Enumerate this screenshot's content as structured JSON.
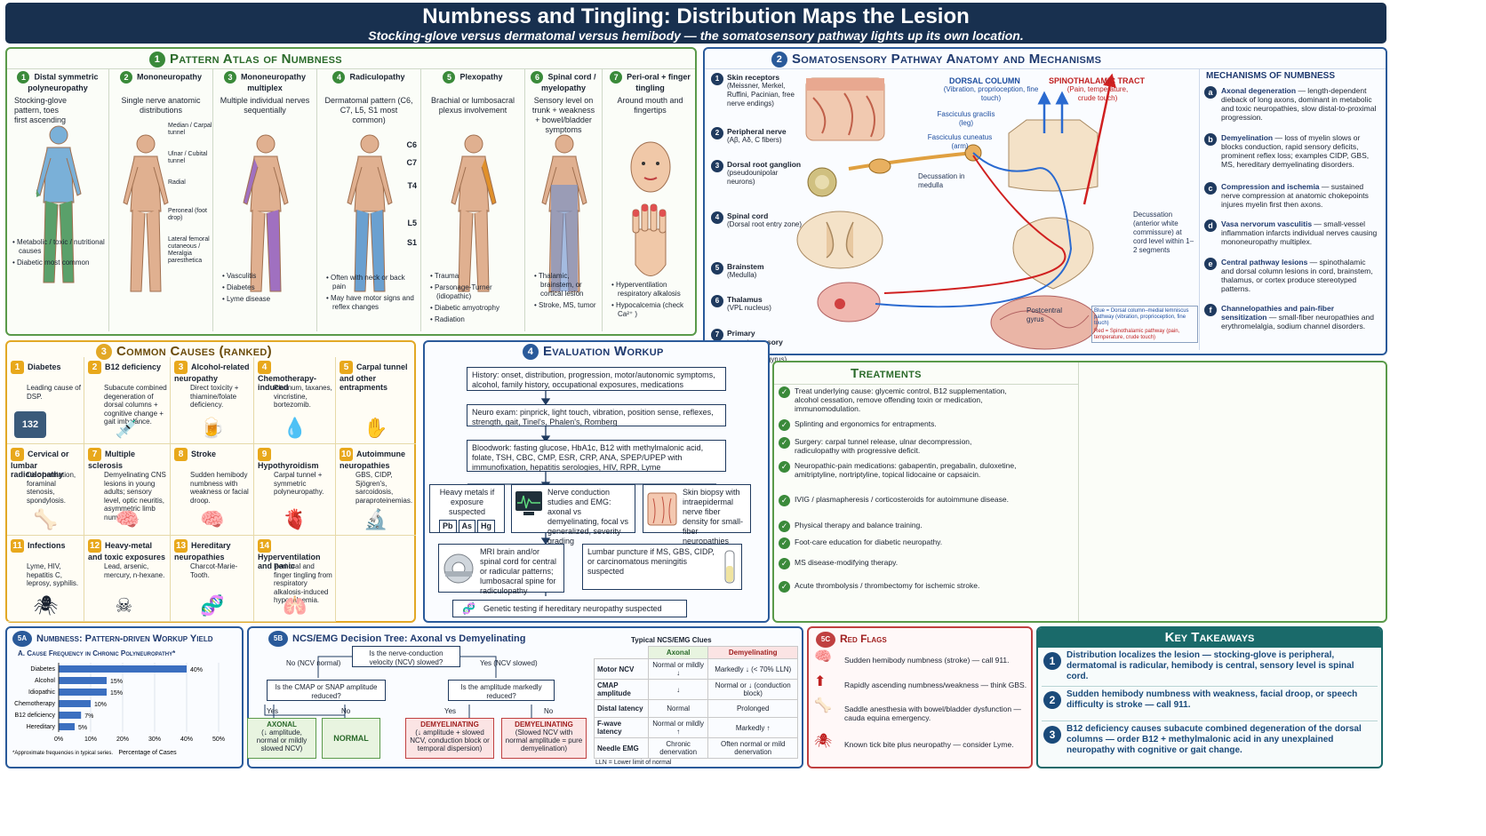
{
  "header": {
    "title": "Numbness and Tingling: Distribution Maps the Lesion",
    "subtitle": "Stocking-glove versus dermatomal versus hemibody — the somatosensory pathway lights up its own location."
  },
  "atlas": {
    "num": "1",
    "title": "Pattern Atlas of Numbness",
    "cols": [
      {
        "num": "1",
        "name": "Distal symmetric polyneuropathy",
        "desc": "Stocking-glove pattern, toes first ascending",
        "bullets": [
          "Metabolic / toxic / nutritional causes",
          "Diabetic most common"
        ]
      },
      {
        "num": "2",
        "name": "Mononeuropathy",
        "desc": "Single nerve anatomic distributions",
        "labels": [
          "Median / Carpal tunnel",
          "Ulnar / Cubital tunnel",
          "Radial",
          "Peroneal (foot drop)",
          "Lateral femoral cutaneous / Meralgia paresthetica"
        ]
      },
      {
        "num": "3",
        "name": "Mononeuropathy multiplex",
        "desc": "Multiple individual nerves sequentially",
        "bullets": [
          "Vasculitis",
          "Diabetes",
          "Lyme disease"
        ]
      },
      {
        "num": "4",
        "name": "Radiculopathy",
        "desc": "Dermatomal pattern (C6, C7, L5, S1 most common)",
        "levels": [
          "C6",
          "C7",
          "T4",
          "L5",
          "S1"
        ],
        "bullets": [
          "Often with neck or back pain",
          "May have motor signs and reflex changes"
        ]
      },
      {
        "num": "5",
        "name": "Plexopathy",
        "desc": "Brachial or lumbosacral plexus involvement",
        "bullets": [
          "Trauma",
          "Parsonage-Turner (idiopathic)",
          "Diabetic amyotrophy",
          "Radiation"
        ]
      },
      {
        "num": "6",
        "name": "Spinal cord / myelopathy",
        "desc": "Sensory level on trunk + weakness + bowel/bladder symptoms",
        "bullets": [
          "Thalamic, brainstem, or cortical lesion",
          "Stroke, MS, tumor"
        ]
      },
      {
        "num": "7",
        "name": "Peri-oral + finger tingling",
        "desc": "Around mouth and fingertips",
        "bullets": [
          "Hyperventilation respiratory alkalosis",
          "Hypocalcemia (check Ca²⁺ )"
        ]
      }
    ]
  },
  "anatomy": {
    "num": "2",
    "title": "Somatosensory Pathway Anatomy and Mechanisms",
    "steps": [
      {
        "num": "1",
        "name": "Skin receptors",
        "desc": "(Meissner, Merkel, Ruffini, Pacinian, free nerve endings)"
      },
      {
        "num": "2",
        "name": "Peripheral nerve",
        "desc": "(Aβ, Aδ, C fibers)"
      },
      {
        "num": "3",
        "name": "Dorsal root ganglion",
        "desc": "(pseudounipolar neurons)"
      },
      {
        "num": "4",
        "name": "Spinal cord",
        "desc": "(Dorsal root entry zone)"
      },
      {
        "num": "5",
        "name": "Brainstem",
        "desc": "(Medulla)"
      },
      {
        "num": "6",
        "name": "Thalamus",
        "desc": "(VPL nucleus)"
      },
      {
        "num": "7",
        "name": "Primary somatosensory cortex",
        "desc": "(Postcentral gyrus)"
      }
    ],
    "dorsal_column": "DORSAL COLUMN",
    "dorsal_column_desc": "(Vibration, proprioception, fine touch)",
    "spinothalamic": "SPINOTHALAMIC TRACT",
    "spinothalamic_desc": "(Pain, temperature, crude touch)",
    "fasc_gracilis": "Fasciculus gracilis (leg)",
    "fasc_cuneatus": "Fasciculus cuneatus (arm)",
    "decussation_medulla": "Decussation in medulla",
    "decussation_cord": "Decussation (anterior white commissure) at cord level within 1–2 segments",
    "postcentral": "Postcentral gyrus",
    "legend_blue": "Blue = Dorsal column–medial lemniscus pathway (vibration, proprioception, fine touch)",
    "legend_red": "Red = Spinothalamic pathway (pain, temperature, crude touch)",
    "mech_title": "MECHANISMS OF NUMBNESS",
    "mechanisms": [
      {
        "letter": "a",
        "name": "Axonal degeneration",
        "desc": " — length-dependent dieback of long axons, dominant in metabolic and toxic neuropathies, slow distal-to-proximal progression."
      },
      {
        "letter": "b",
        "name": "Demyelination",
        "desc": " — loss of myelin slows or blocks conduction, rapid sensory deficits, prominent reflex loss; examples CIDP, GBS, MS, hereditary demyelinating disorders."
      },
      {
        "letter": "c",
        "name": "Compression and ischemia",
        "desc": " — sustained nerve compression at anatomic chokepoints injures myelin first then axons."
      },
      {
        "letter": "d",
        "name": "Vasa nervorum vasculitis",
        "desc": " — small-vessel inflammation infarcts individual nerves causing mononeuropathy multiplex."
      },
      {
        "letter": "e",
        "name": "Central pathway lesions",
        "desc": " — spinothalamic and dorsal column lesions in cord, brainstem, thalamus, or cortex produce stereotyped patterns."
      },
      {
        "letter": "f",
        "name": "Channelopathies and pain-fiber sensitization",
        "desc": " — small-fiber neuropathies and erythromelalgia, sodium channel disorders."
      }
    ]
  },
  "causes": {
    "num": "3",
    "title": "Common Causes (ranked)",
    "items": [
      {
        "num": "1",
        "name": "Diabetes",
        "desc": "Leading cause of DSP."
      },
      {
        "num": "2",
        "name": "B12 deficiency",
        "desc": "Subacute combined degeneration of dorsal columns + cognitive change + gait imbalance."
      },
      {
        "num": "3",
        "name": "Alcohol-related neuropathy",
        "desc": "Direct toxicity + thiamine/folate deficiency."
      },
      {
        "num": "4",
        "name": "Chemotherapy-induced",
        "desc": "Platinum, taxanes, vincristine, bortezomib."
      },
      {
        "num": "5",
        "name": "Carpal tunnel and other entrapments",
        "desc": ""
      },
      {
        "num": "6",
        "name": "Cervical or lumbar radiculopathy",
        "desc": "Disc herniation, foraminal stenosis, spondylosis."
      },
      {
        "num": "7",
        "name": "Multiple sclerosis",
        "desc": "Demyelinating CNS lesions in young adults; sensory level, optic neuritis, asymmetric limb numbness."
      },
      {
        "num": "8",
        "name": "Stroke",
        "desc": "Sudden hemibody numbness with weakness or facial droop."
      },
      {
        "num": "9",
        "name": "Hypothyroidism",
        "desc": "Carpal tunnel + symmetric polyneuropathy."
      },
      {
        "num": "10",
        "name": "Autoimmune neuropathies",
        "desc": "GBS, CIDP, Sjögren's, sarcoidosis, paraproteinemias."
      },
      {
        "num": "11",
        "name": "Infections",
        "desc": "Lyme, HIV, hepatitis C, leprosy, syphilis."
      },
      {
        "num": "12",
        "name": "Heavy-metal and toxic exposures",
        "desc": "Lead, arsenic, mercury, n-hexane."
      },
      {
        "num": "13",
        "name": "Hereditary neuropathies",
        "desc": "Charcot-Marie-Tooth."
      },
      {
        "num": "14",
        "name": "Hyperventilation and panic",
        "desc": "Peri-oral and finger tingling from respiratory alkalosis-induced hypocalcemia."
      }
    ],
    "glucose": "132"
  },
  "workup": {
    "num": "4",
    "title": "Evaluation Workup",
    "history": "History: onset, distribution, progression, motor/autonomic symptoms, alcohol, family history, occupational exposures, medications",
    "neuro": "Neuro exam: pinprick, light touch, vibration, position sense, reflexes, strength, gait, Tinel's, Phalen's, Romberg",
    "blood": "Bloodwork: fasting glucose, HbA1c, B12 with methylmalonic acid, folate, TSH, CBC, CMP, ESR, CRP, ANA, SPEP/UPEP with immunofixation, hepatitis serologies, HIV, RPR, Lyme",
    "metals": "Heavy metals if exposure suspected",
    "metal_symbols": [
      "Pb",
      "As",
      "Hg"
    ],
    "ncs": "Nerve conduction studies and EMG: axonal vs demyelinating, focal vs generalized, severity grading",
    "skin": "Skin biopsy with intraepidermal nerve fiber density for small-fiber neuropathies",
    "mri": "MRI brain and/or spinal cord for central or radicular patterns; lumbosacral spine for radiculopathy",
    "lp": "Lumbar puncture if MS, GBS, CIDP, or carcinomatous meningitis suspected",
    "genetic": "Genetic testing if hereditary neuropathy suspected"
  },
  "treatments": {
    "title": "Treatments",
    "items": [
      "Treat underlying cause: glycemic control, B12 supplementation, alcohol cessation, remove offending toxin or medication, immunomodulation.",
      "Splinting and ergonomics for entrapments.",
      "Surgery: carpal tunnel release, ulnar decompression, radiculopathy with progressive deficit.",
      "Neuropathic-pain medications: gabapentin, pregabalin, duloxetine, amitriptyline, nortriptyline, topical lidocaine or capsaicin.",
      "IVIG / plasmapheresis / corticosteroids for autoimmune disease.",
      "Physical therapy and balance training.",
      "Foot-care education for diabetic neuropathy.",
      "MS disease-modifying therapy.",
      "Acute thrombolysis / thrombectomy for ischemic stroke."
    ]
  },
  "yield": {
    "num": "5A",
    "title": "Numbness: Pattern-driven Workup Yield",
    "subtitle": "A. Cause Frequency in Chronic Polyneuropathy*",
    "footnote": "*Approximate frequencies in typical series.",
    "xlabel": "Percentage of Cases"
  },
  "chart_data": {
    "type": "bar",
    "orientation": "horizontal",
    "title": "A. Cause Frequency in Chronic Polyneuropathy*",
    "categories": [
      "Diabetes",
      "Alcohol",
      "Idiopathic",
      "Chemotherapy",
      "B12 deficiency",
      "Hereditary"
    ],
    "values": [
      40,
      15,
      15,
      10,
      7,
      5
    ],
    "value_labels": [
      "40%",
      "15%",
      "15%",
      "10%",
      "7%",
      "5%"
    ],
    "xlabel": "Percentage of Cases",
    "xlim": [
      0,
      50
    ],
    "xticks": [
      "0%",
      "10%",
      "20%",
      "30%",
      "40%",
      "50%"
    ],
    "color": "#3b6fc0"
  },
  "tree": {
    "num": "5B",
    "title": "NCS/EMG Decision Tree: Axonal vs Demyelinating",
    "root": "Is the nerve-conduction velocity (NCV) slowed?",
    "no_branch": "No (NCV normal)",
    "yes_branch": "Yes (NCV slowed)",
    "q_left": "Is the CMAP or SNAP amplitude reduced?",
    "q_right": "Is the amplitude markedly reduced?",
    "yes": "Yes",
    "no": "No",
    "axonal": "AXONAL",
    "axonal_desc": "(↓ amplitude, normal or mildly slowed NCV)",
    "normal": "NORMAL",
    "demy1": "DEMYELINATING",
    "demy1_desc": "(↓ amplitude + slowed NCV, conduction block or temporal dispersion)",
    "demy2": "DEMYELINATING",
    "demy2_desc": "(Slowed NCV with normal amplitude = pure demyelination)",
    "table_title": "Typical NCS/EMG Clues",
    "table_head": [
      "",
      "Axonal",
      "Demyelinating"
    ],
    "table_rows": [
      [
        "Motor NCV",
        "Normal or mildly ↓",
        "Markedly ↓ (< 70% LLN)"
      ],
      [
        "CMAP amplitude",
        "↓",
        "Normal or ↓ (conduction block)"
      ],
      [
        "Distal latency",
        "Normal",
        "Prolonged"
      ],
      [
        "F-wave latency",
        "Normal or mildly ↑",
        "Markedly ↑"
      ],
      [
        "Needle EMG",
        "Chronic denervation",
        "Often normal or mild denervation"
      ]
    ],
    "lln": "LLN = Lower limit of normal"
  },
  "redflags": {
    "num": "5C",
    "title": "Red Flags",
    "items": [
      "Sudden hemibody numbness (stroke) — call 911.",
      "Rapidly ascending numbness/weakness — think GBS.",
      "Saddle anesthesia with bowel/bladder dysfunction — cauda equina emergency.",
      "Known tick bite plus neuropathy — consider Lyme."
    ]
  },
  "takeaways": {
    "title": "Key Takeaways",
    "items": [
      "Distribution localizes the lesion — stocking-glove is peripheral, dermatomal is radicular, hemibody is central, sensory level is spinal cord.",
      "Sudden hemibody numbness with weakness, facial droop, or speech difficulty is stroke — call 911.",
      "B12 deficiency causes subacute combined degeneration of the dorsal columns — order B12 + methylmalonic acid in any unexplained neuropathy with cognitive or gait change."
    ]
  }
}
